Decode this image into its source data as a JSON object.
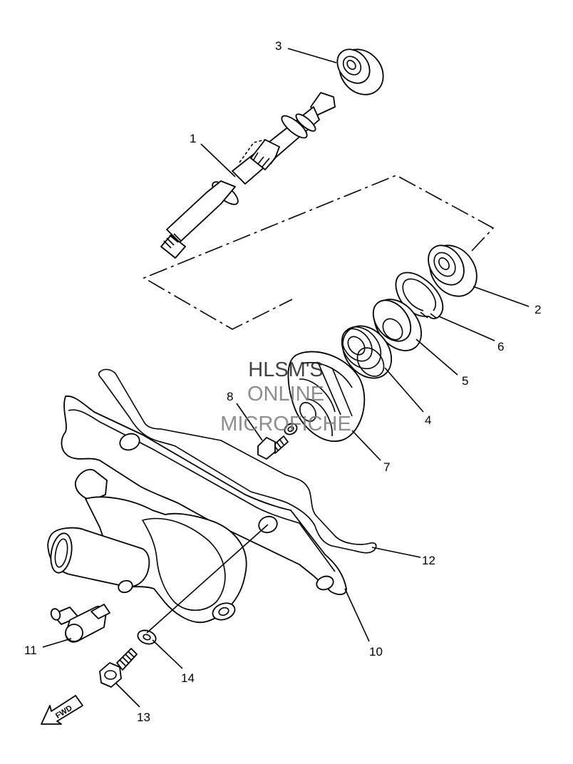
{
  "callouts": [
    {
      "id": "1",
      "label": "1"
    },
    {
      "id": "2",
      "label": "2"
    },
    {
      "id": "3",
      "label": "3"
    },
    {
      "id": "4",
      "label": "4"
    },
    {
      "id": "5",
      "label": "5"
    },
    {
      "id": "6",
      "label": "6"
    },
    {
      "id": "7",
      "label": "7"
    },
    {
      "id": "8",
      "label": "8"
    },
    {
      "id": "10",
      "label": "10"
    },
    {
      "id": "11",
      "label": "11"
    },
    {
      "id": "12",
      "label": "12"
    },
    {
      "id": "13",
      "label": "13"
    },
    {
      "id": "14",
      "label": "14"
    }
  ],
  "watermark": {
    "line1": "HLSM'S",
    "line2": "ONLINE",
    "line3": "MICROFICHE",
    "color": "#7a7a7a"
  },
  "direction_arrow": {
    "label": "FWD"
  },
  "colors": {
    "line": "#000000",
    "background": "#ffffff"
  }
}
